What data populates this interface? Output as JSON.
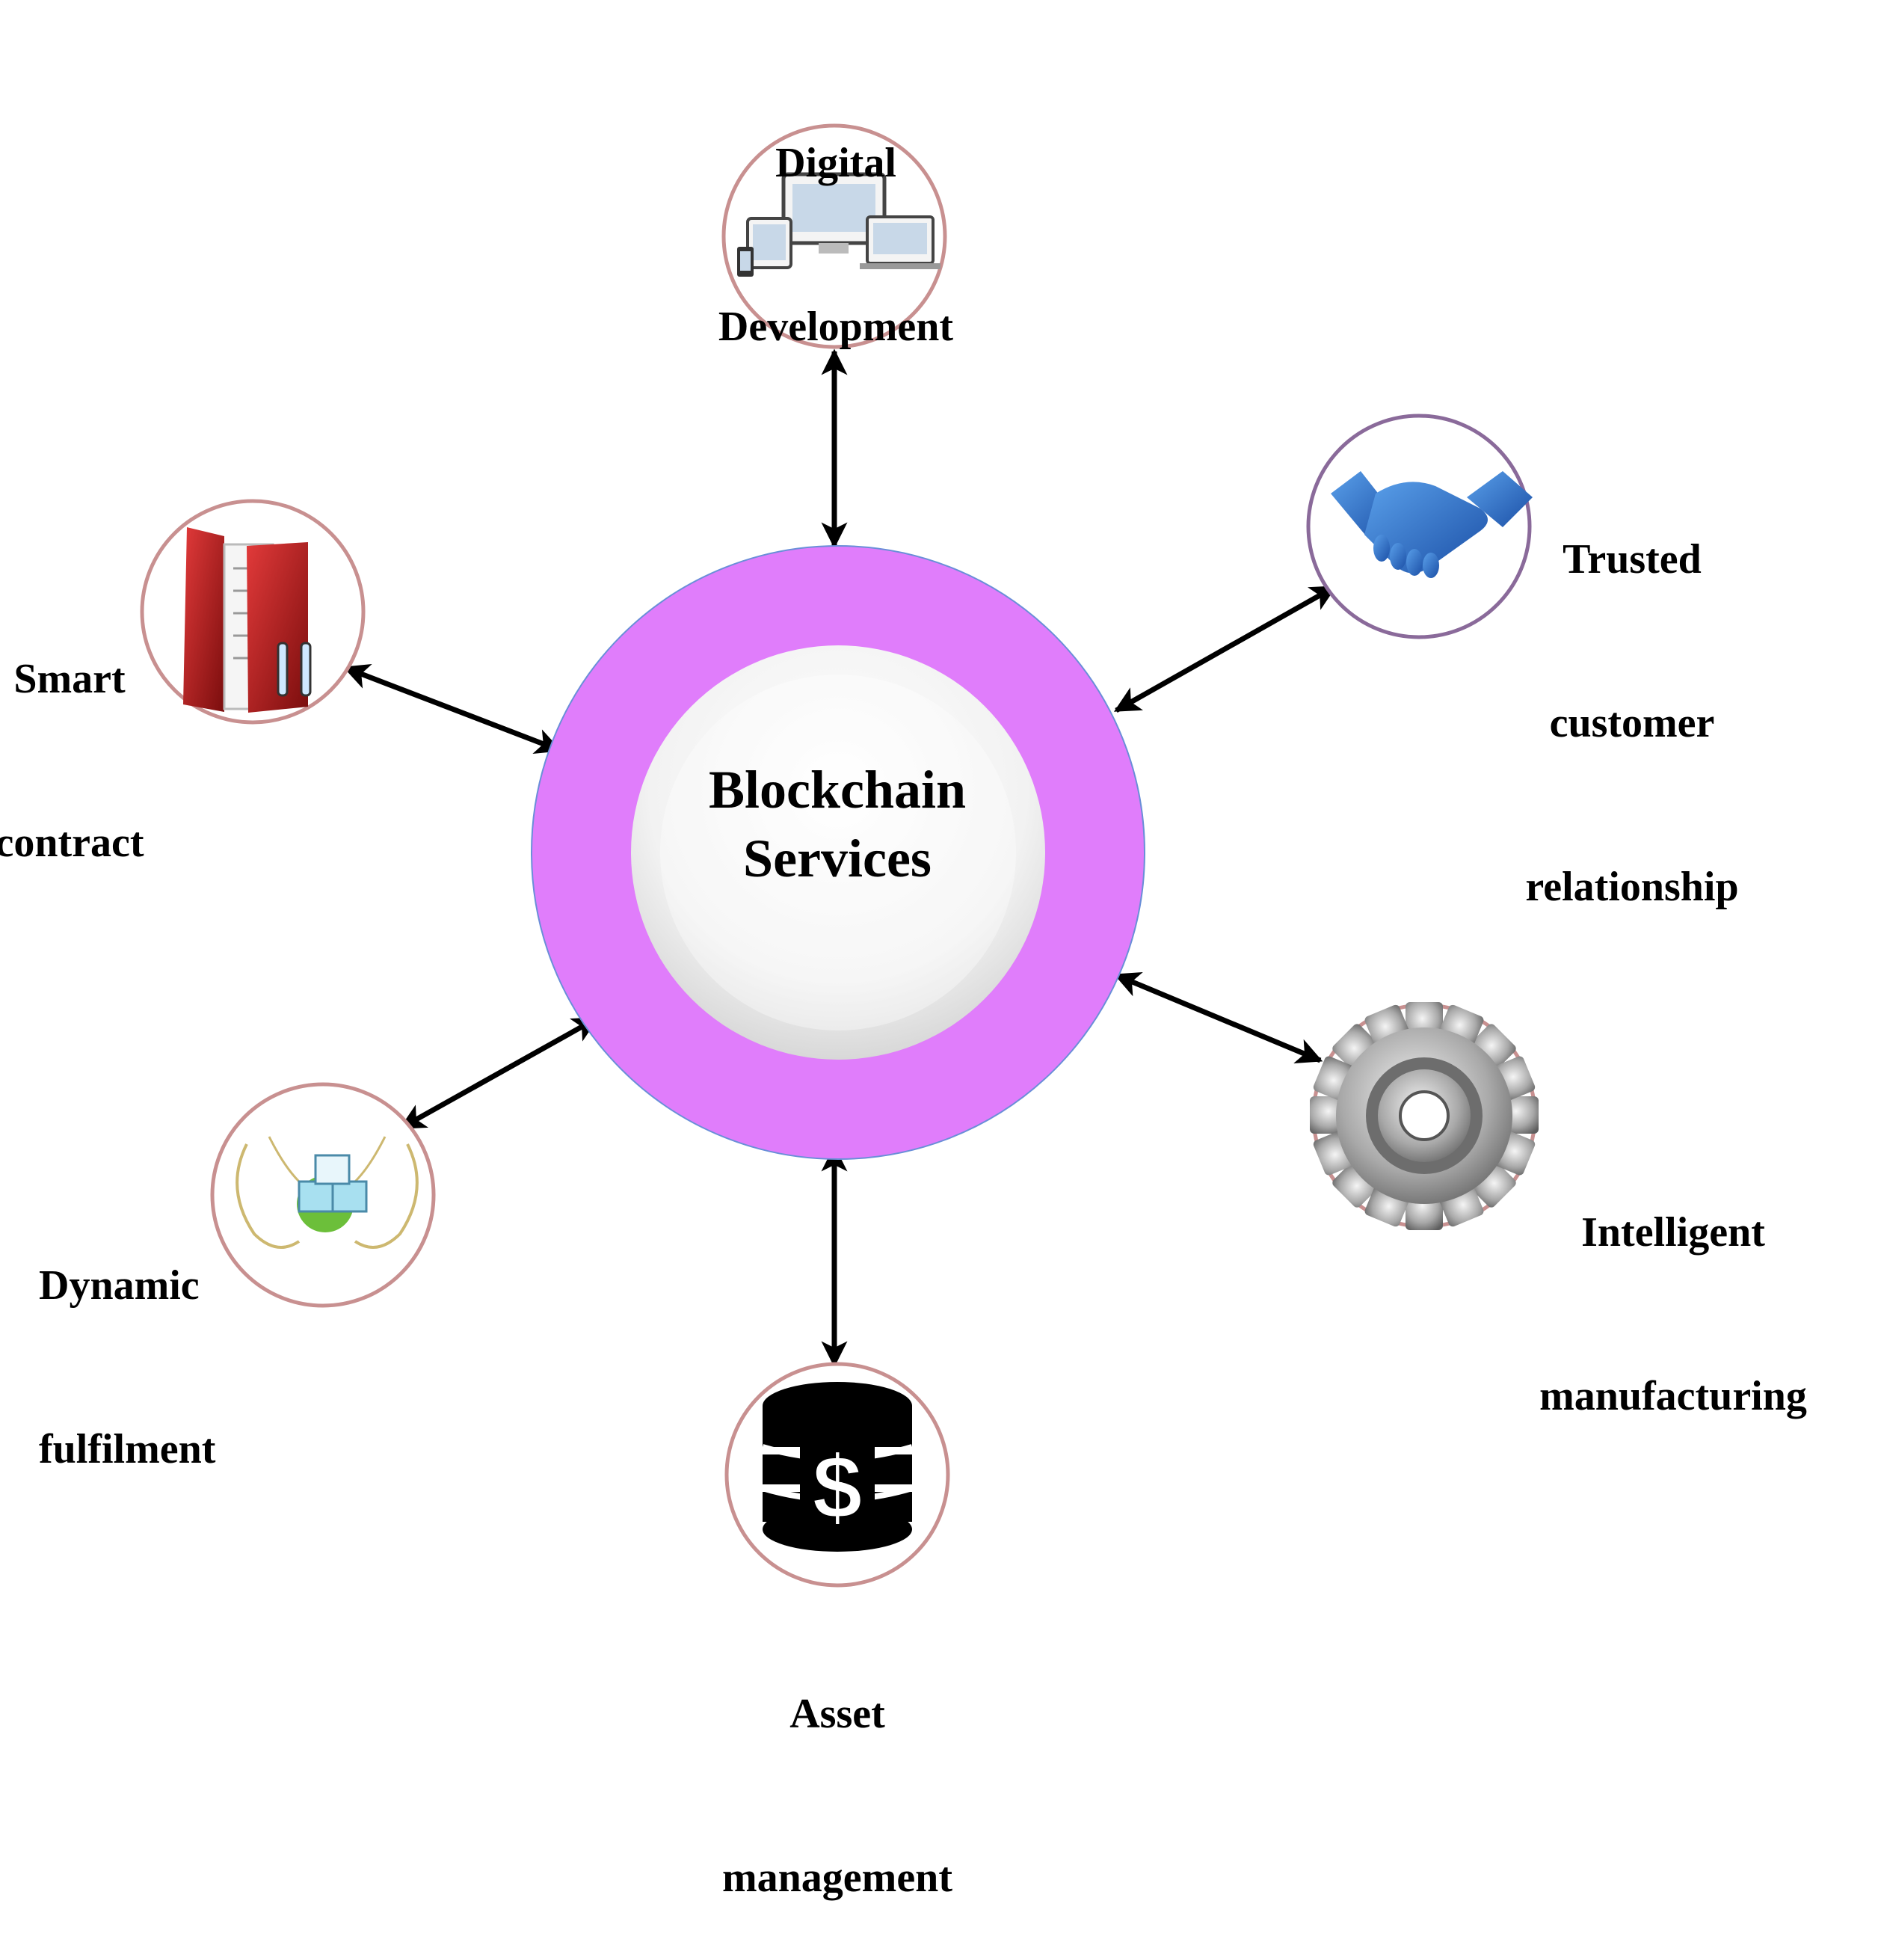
{
  "center": {
    "label_line1": "Blockchain",
    "label_line2": "Services",
    "ring_color": "#e07dfb",
    "disc_color": "#ececec"
  },
  "nodes": {
    "digital_development": {
      "line1": "Digital",
      "line2": "Development",
      "icon": "devices-icon"
    },
    "trusted_customer_relationship": {
      "line1": "Trusted",
      "line2": "customer",
      "line3": "relationship",
      "icon": "handshake-icon"
    },
    "smart_contract": {
      "line1": "Smart",
      "line2": "contract",
      "icon": "folder-icon"
    },
    "intelligent_manufacturing": {
      "line1": "Intelligent",
      "line2": "manufacturing",
      "icon": "gear-icon"
    },
    "dynamic_fulfilment": {
      "line1": "Dynamic",
      "line2": "fulfilment",
      "icon": "hands-cubes-icon"
    },
    "asset_management": {
      "line1": "Asset",
      "line2": "management",
      "icon": "database-dollar-icon"
    }
  },
  "colors": {
    "node_border": "#c89090",
    "arrow": "#000000"
  }
}
